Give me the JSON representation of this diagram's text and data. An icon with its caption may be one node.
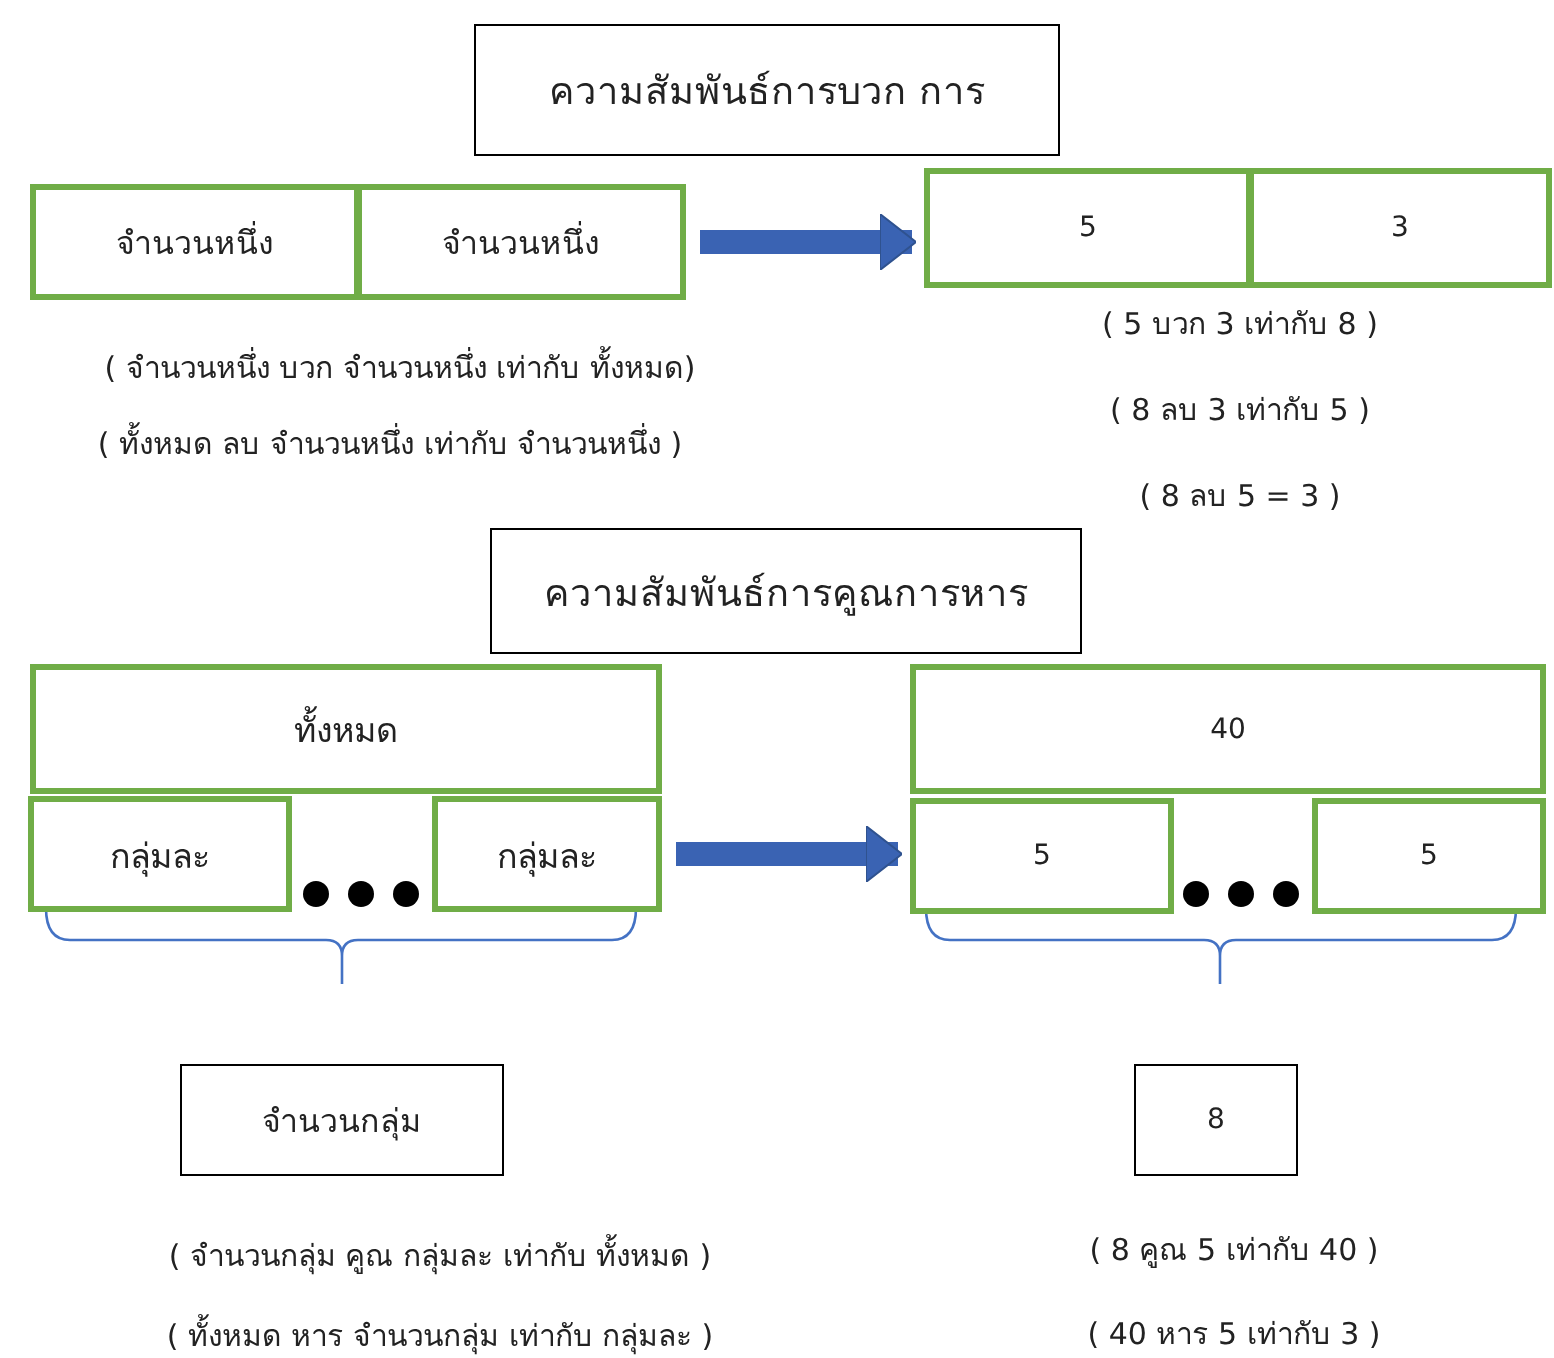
{
  "diagram": {
    "nodes": [
      {
        "text": [
          "ความสัมพันธ์การบวก การ"
        ]
      },
      {
        "text": [
          "จำนวนหนึ่ง"
        ]
      },
      {
        "text": [
          "จำนวนหนึ่ง"
        ]
      },
      {
        "text": [
          "5"
        ]
      },
      {
        "text": [
          "3"
        ]
      },
      {
        "text": [
          "ความสัมพันธ์การคูณการหาร"
        ]
      },
      {
        "text": [
          "ทั้งหมด"
        ]
      },
      {
        "text": [
          "กลุ่มละ"
        ]
      },
      {
        "text": [
          "กลุ่มละ"
        ]
      },
      {
        "text": [
          "40"
        ]
      },
      {
        "text": [
          "5"
        ]
      },
      {
        "text": [
          "5"
        ]
      },
      {
        "text": [
          "จำนวนกลุ่ม"
        ]
      },
      {
        "text": [
          "8"
        ]
      }
    ],
    "edges": [
      {
        "from": 2,
        "to": 3,
        "arrow": "to"
      },
      {
        "from": 8,
        "to": 10,
        "arrow": "to"
      }
    ],
    "labels": [
      "( จำนวนหนึ่ง บวก จำนวนหนึ่ง เท่ากับ ทั้งหมด)",
      "( 5 บวก 3 เท่ากับ 8 )",
      "( ทั้งหมด ลบ จำนวนหนึ่ง เท่ากับ จำนวนหนึ่ง )",
      "( 8 ลบ 3 เท่ากับ 5 )",
      "( 8 ลบ 5 = 3 )",
      "( จำนวนกลุ่ม คูณ กลุ่มละ เท่ากับ ทั้งหมด )",
      "( 8 คูณ 5 เท่ากับ 40 )",
      "( ทั้งหมด หาร จำนวนกลุ่ม เท่ากับ กลุ่มละ )",
      "( 40 หาร 5 เท่ากับ 3 )"
    ]
  }
}
